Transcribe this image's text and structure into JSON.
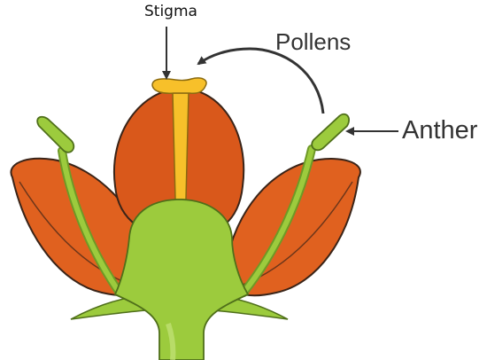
{
  "labels": {
    "stigma": "Stigma",
    "pollens": "Pollens",
    "anther": "Anther"
  },
  "colors": {
    "petal": "#E0611F",
    "petal_dark": "#C8511A",
    "petal_outline": "#3A2418",
    "stem_green": "#9CCB3D",
    "stem_green_dark": "#6E9A26",
    "style_yellow": "#F7C02A",
    "style_outline": "#8A6A10",
    "arrow": "#333333"
  }
}
